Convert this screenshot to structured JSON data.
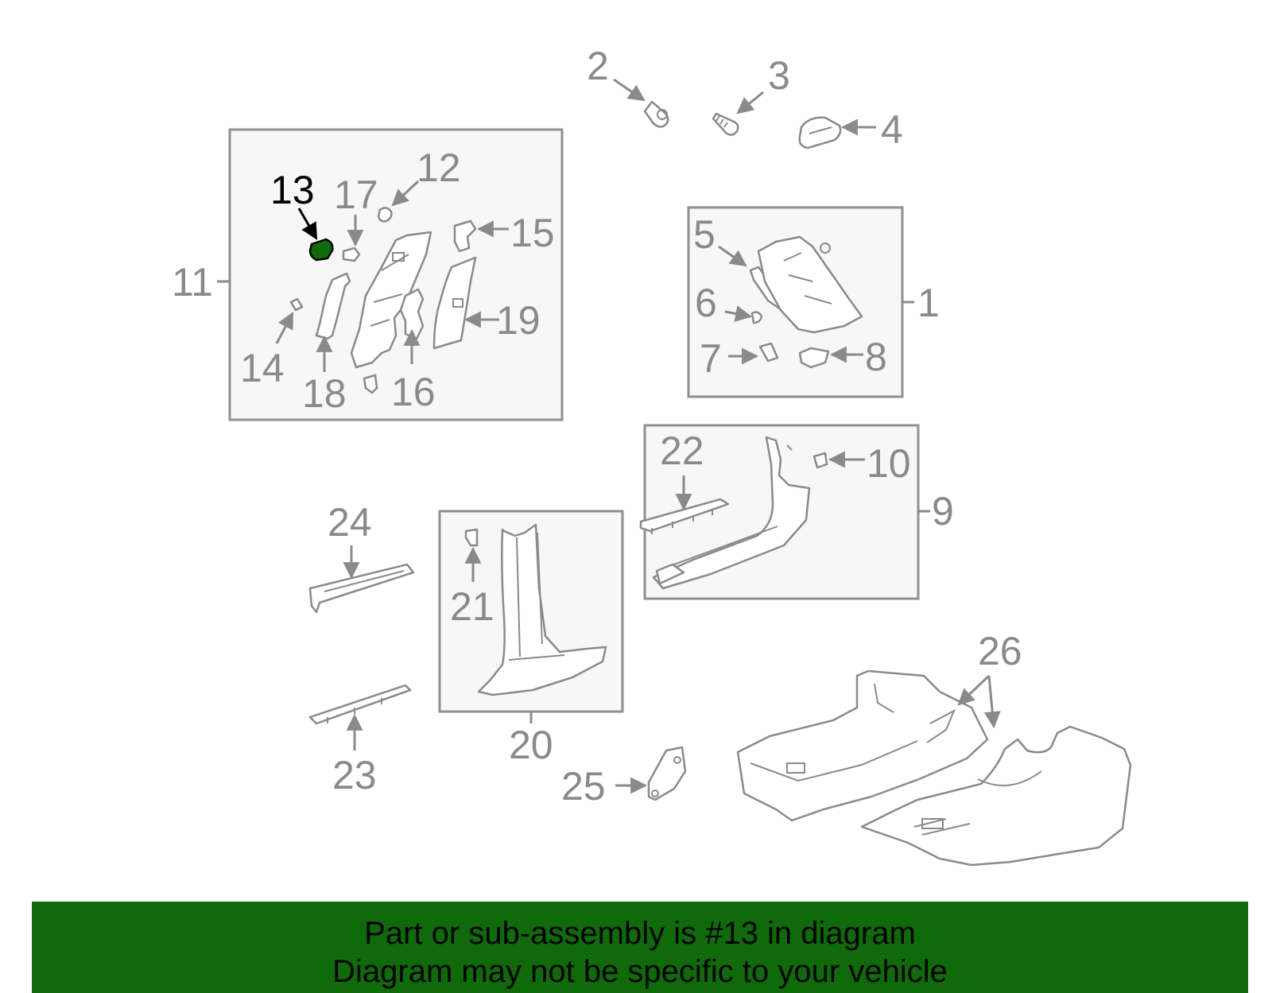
{
  "highlight_color": "#0f6b0a",
  "highlighted_part": "13",
  "callouts": [
    "1",
    "2",
    "3",
    "4",
    "5",
    "6",
    "7",
    "8",
    "9",
    "10",
    "11",
    "12",
    "13",
    "14",
    "15",
    "16",
    "17",
    "18",
    "19",
    "20",
    "21",
    "22",
    "23",
    "24",
    "25",
    "26"
  ],
  "banner": {
    "line1": "Part or sub-assembly is #13 in diagram",
    "line2": "Diagram may not be specific to your vehicle"
  }
}
